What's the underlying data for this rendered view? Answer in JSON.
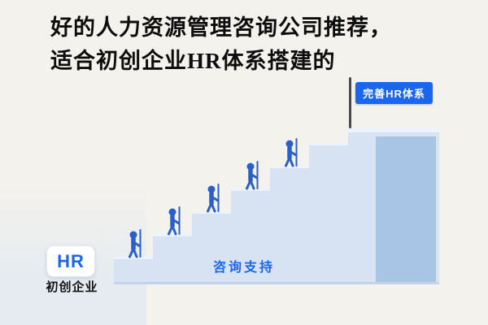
{
  "title": {
    "line1": "好的人力资源管理咨询公司推荐，",
    "line2": "适合初创企业HR体系搭建的"
  },
  "flag": {
    "label": "完善HR体系"
  },
  "staircase": {
    "label": "咨询支持"
  },
  "startup": {
    "logo": "HR",
    "label": "初创企业"
  },
  "figures": {
    "count": 5
  },
  "colors": {
    "accent": "#1a66f0",
    "step": "#d7e3f3",
    "step_highlight": "#eaf2fb",
    "pillar": "#a9c5e5",
    "figure": "#2b5fc7",
    "pole": "#4a4a4a",
    "background": "#f4f2ec",
    "title_text": "#0d0d0d",
    "base_edge": "#c2d3ea"
  }
}
